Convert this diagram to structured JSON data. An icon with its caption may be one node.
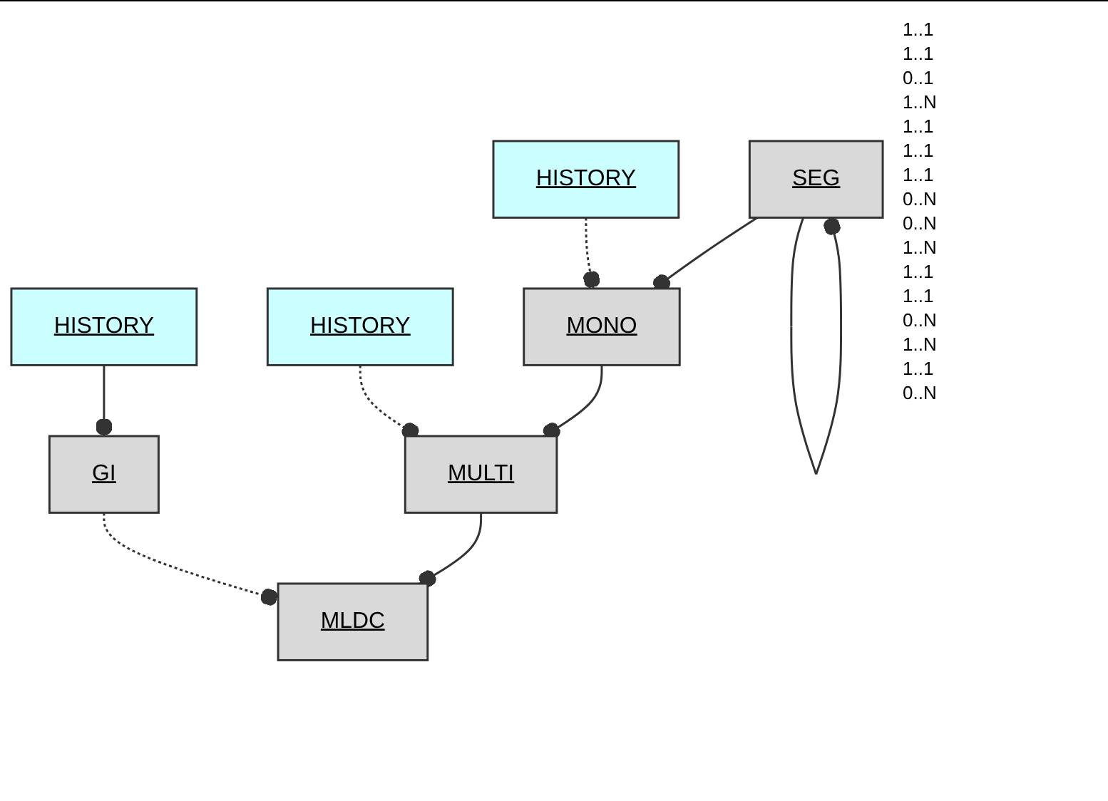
{
  "diagram": {
    "nodes": [
      {
        "text": [
          "MLDC"
        ]
      },
      {
        "text": [
          "GI"
        ]
      },
      {
        "text": [
          "MULTI"
        ]
      },
      {
        "text": [
          "HISTORY"
        ]
      },
      {
        "text": [
          "HISTORY"
        ]
      },
      {
        "text": [
          "MONO"
        ]
      },
      {
        "text": [
          "HISTORY"
        ]
      },
      {
        "text": [
          "SEG"
        ]
      }
    ],
    "edges": [
      {
        "from": 0,
        "to": 1,
        "arrow": "other",
        "style": "dashed"
      },
      {
        "from": 0,
        "to": 2,
        "arrow": "other"
      },
      {
        "from": 1,
        "to": 3,
        "arrow": "other"
      },
      {
        "from": 2,
        "to": 4,
        "arrow": "other",
        "style": "dashed"
      },
      {
        "from": 2,
        "to": 5,
        "arrow": "other"
      },
      {
        "from": 5,
        "to": 6,
        "arrow": "other",
        "style": "dashed"
      },
      {
        "from": 5,
        "to": 7,
        "arrow": "other"
      },
      {
        "from": 7,
        "to": 7,
        "arrow": "other"
      }
    ],
    "labels": [
      "1..1",
      "1..1",
      "0..1",
      "1..N",
      "1..1",
      "1..1",
      "1..1",
      "0..N",
      "0..N",
      "1..N",
      "1..1",
      "1..1",
      "0..N",
      "1..N",
      "1..1",
      "0..N"
    ]
  }
}
